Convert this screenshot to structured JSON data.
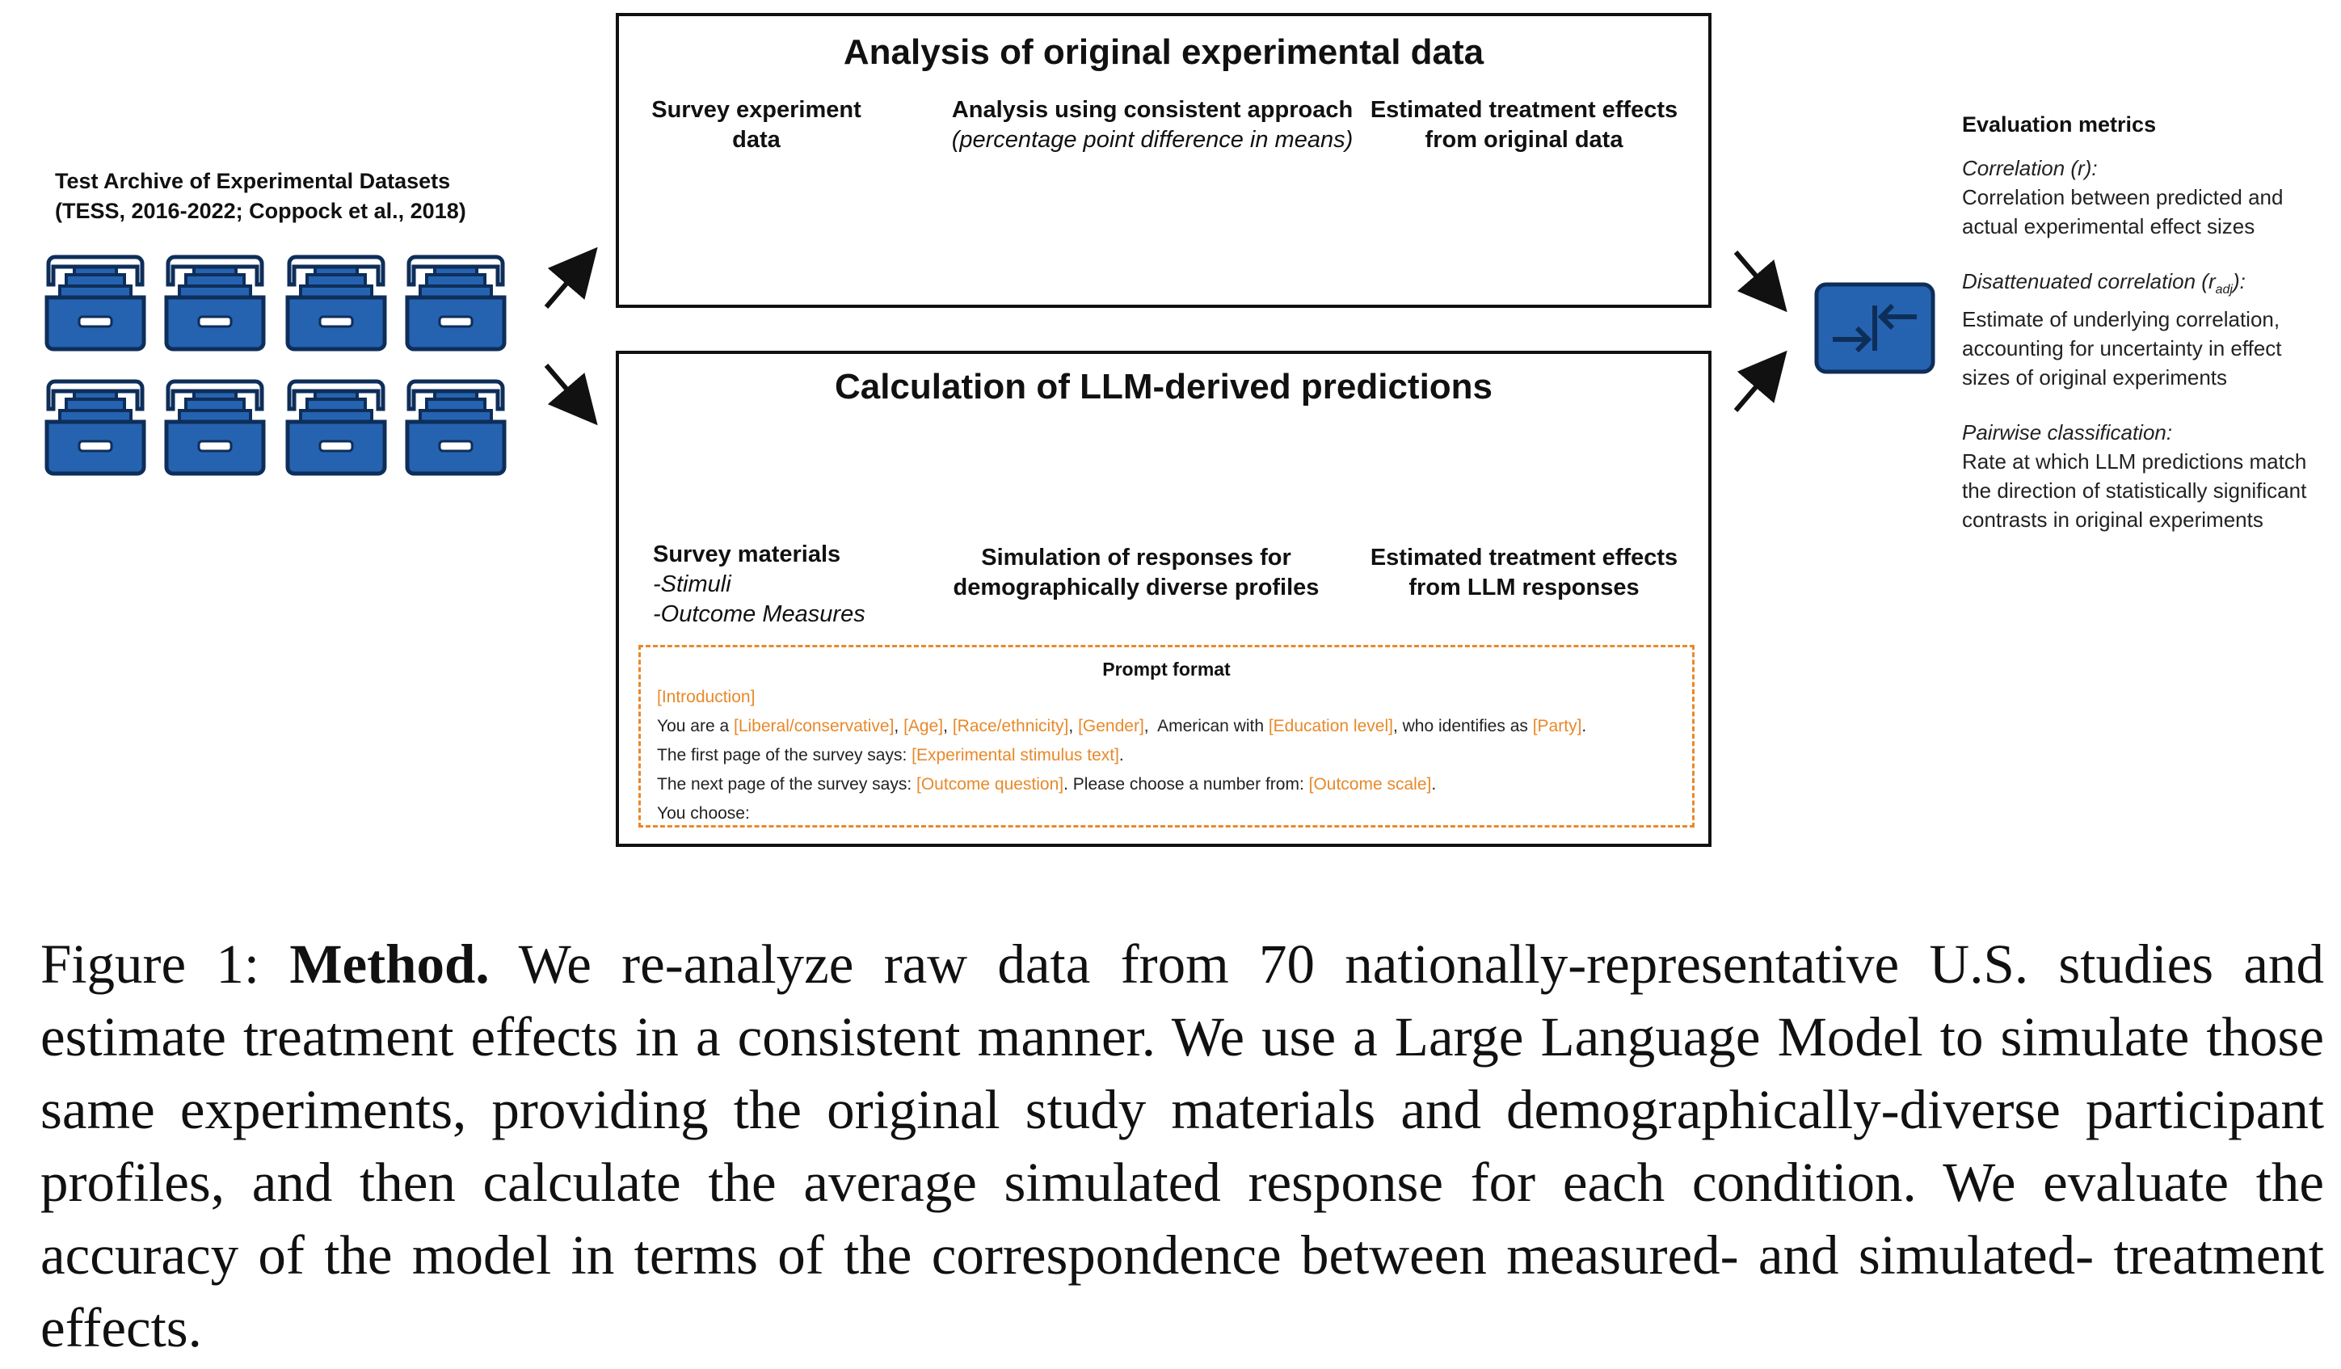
{
  "archive": {
    "title_line1": "Test Archive of Experimental Datasets",
    "title_line2": "(TESS, 2016-2022; Coppock et al., 2018)",
    "tray_icon": "data-archive-tray-icon",
    "tray_color": "#2563b0"
  },
  "top_panel": {
    "title": "Analysis of original experimental data",
    "step1": {
      "line1": "Survey experiment",
      "line2": "data",
      "icon": "database-icon"
    },
    "step2": {
      "line1": "Analysis using consistent approach",
      "line2": "(percentage point difference in means)",
      "icon": "magnifier-chart-icon"
    },
    "step3": {
      "line1": "Estimated treatment effects",
      "line2": "from original data",
      "icon": "brain-icon"
    },
    "accent_color": "#1aa06b"
  },
  "bottom_panel": {
    "title": "Calculation of LLM-derived predictions",
    "step1": {
      "title": "Survey materials",
      "item1": "-Stimuli",
      "item2": "-Outcome Measures",
      "icon": "folder-documents-icon"
    },
    "step2": {
      "line1": "Simulation of responses for",
      "line2": "demographically diverse profiles",
      "icon": "computer-code-icon"
    },
    "step3": {
      "line1": "Estimated treatment effects",
      "line2": "from LLM responses",
      "icon": "circuit-brain-icon"
    },
    "accent_color": "#f08a24"
  },
  "prompt": {
    "title": "Prompt format",
    "intro": "[Introduction]",
    "l2_a": "You are a ",
    "l2_liberal": "[Liberal/conservative]",
    "l2_sep1": ", ",
    "l2_age": "[Age]",
    "l2_sep2": ", ",
    "l2_race": "[Race/ethnicity]",
    "l2_sep3": ", ",
    "l2_gender": "[Gender]",
    "l2_b": ",  American with ",
    "l2_edu": "[Education level]",
    "l2_c": ", who identifies as ",
    "l2_party": "[Party]",
    "l2_d": ".",
    "l3_a": "The first page of the survey says: ",
    "l3_stim": "[Experimental stimulus text]",
    "l3_b": ".",
    "l4_a": "The next page of the survey says: ",
    "l4_q": "[Outcome question]",
    "l4_b": ". Please choose a number from: ",
    "l4_scale": "[Outcome scale]",
    "l4_c": ".",
    "l5": "You choose:"
  },
  "evaluation": {
    "heading": "Evaluation metrics",
    "icon": "compare-arrows-icon",
    "m1_name": "Correlation (r):",
    "m1_desc": "Correlation between predicted and actual experimental effect sizes",
    "m2_name_a": "Disattenuated correlation (r",
    "m2_sub": "adj",
    "m2_name_b": "):",
    "m2_desc": "Estimate of underlying correlation, accounting for uncertainty in effect sizes of original experiments",
    "m3_name": "Pairwise classification:",
    "m3_desc": "Rate at which LLM predictions match the direction of statistically significant contrasts in original experiments"
  },
  "caption": {
    "prefix": "Figure 1: ",
    "bold": "Method.",
    "text": " We re-analyze raw data from 70 nationally-representative U.S. studies and estimate treatment effects in a consistent manner. We use a Large Language Model to simulate those same experiments, providing the original study materials and demographically-diverse participant profiles, and then calculate the average simulated response for each condition. We evaluate the accuracy of the model in terms of the correspondence between measured- and simulated- treatment effects."
  }
}
